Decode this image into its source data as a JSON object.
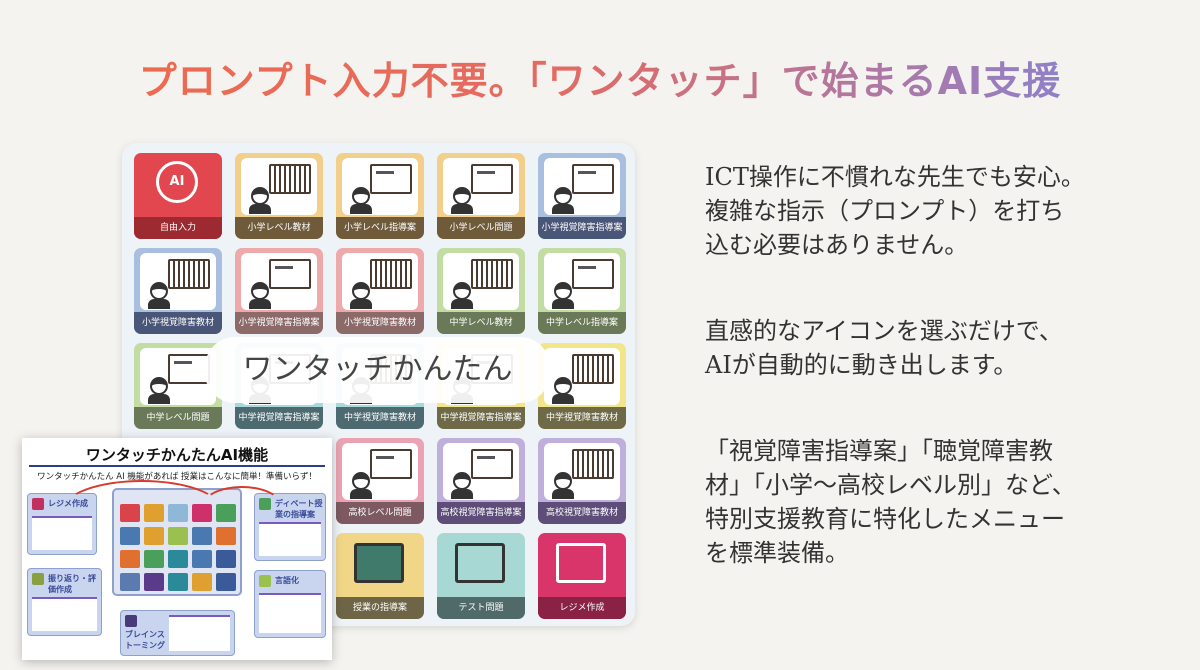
{
  "title": "プロンプト入力不要。「ワンタッチ」で始まるAI支援",
  "colors": {
    "title_start": "#ec6a4f",
    "title_end": "#8f80c9"
  },
  "tiles": [
    {
      "label": "自由入力",
      "color": "#e2474f",
      "band": "#9c2a30",
      "icon": "ai-head-icon"
    },
    {
      "label": "小学レベル教材",
      "color": "#f2cf8a",
      "band": "#6f5a3a",
      "icon": "textbook-icon"
    },
    {
      "label": "小学レベル指導案",
      "color": "#f2cf8a",
      "band": "#6f5a3a",
      "icon": "teaching-plan-icon"
    },
    {
      "label": "小学レベル問題",
      "color": "#f2cf8a",
      "band": "#6f5a3a",
      "icon": "quiz-icon"
    },
    {
      "label": "小学視覚障害指導案",
      "color": "#a9bfdf",
      "band": "#4a5677",
      "icon": "teaching-plan-icon"
    },
    {
      "label": "小学視覚障害教材",
      "color": "#a9bfdf",
      "band": "#4a5677",
      "icon": "textbook-icon"
    },
    {
      "label": "小学視覚障害指導案",
      "color": "#eeaaaa",
      "band": "#8c6a6a",
      "icon": "teaching-plan-icon"
    },
    {
      "label": "小学視覚障害教材",
      "color": "#eeaaaa",
      "band": "#8c6a6a",
      "icon": "textbook-icon"
    },
    {
      "label": "中学レベル教材",
      "color": "#c3dca3",
      "band": "#6a7a58",
      "icon": "textbook-icon"
    },
    {
      "label": "中学レベル指導案",
      "color": "#c3dca3",
      "band": "#6a7a58",
      "icon": "teaching-plan-icon"
    },
    {
      "label": "中学レベル問題",
      "color": "#c3dca3",
      "band": "#6a7a58",
      "icon": "quiz-icon"
    },
    {
      "label": "中学視覚障害指導案",
      "color": "#a6d8dc",
      "band": "#4d6a70",
      "icon": "teaching-plan-icon"
    },
    {
      "label": "中学視覚障害教材",
      "color": "#a6d8dc",
      "band": "#4d6a70",
      "icon": "textbook-icon"
    },
    {
      "label": "中学視覚障害指導案",
      "color": "#f3e58a",
      "band": "#6e6a48",
      "icon": "teaching-plan-icon"
    },
    {
      "label": "中学視覚障害教材",
      "color": "#f3e58a",
      "band": "#6e6a48",
      "icon": "textbook-icon"
    },
    {
      "label": "",
      "color": "#eeaaaa",
      "band": "#8c6a6a",
      "icon": "hidden-icon"
    },
    {
      "label": "",
      "color": "#eeaaaa",
      "band": "#8c6a6a",
      "icon": "hidden-icon"
    },
    {
      "label": "高校レベル問題",
      "color": "#eba3b3",
      "band": "#7d5a62",
      "icon": "quiz-icon"
    },
    {
      "label": "高校視覚障害指導案",
      "color": "#c0aedb",
      "band": "#5d4d78",
      "icon": "teaching-plan-icon"
    },
    {
      "label": "高校視覚障害教材",
      "color": "#c0aedb",
      "band": "#5d4d78",
      "icon": "textbook-icon"
    },
    {
      "label": "",
      "color": "#eeaaaa",
      "band": "#8c6a6a",
      "icon": "hidden-icon"
    },
    {
      "label": "",
      "color": "#eeaaaa",
      "band": "#8c6a6a",
      "icon": "hidden-icon"
    },
    {
      "label": "授業の指導案",
      "color": "#f2d688",
      "band": "#6e6446",
      "icon": "blackboard-icon"
    },
    {
      "label": "テスト問題",
      "color": "#a8d8d3",
      "band": "#4f6a68",
      "icon": "test-icon"
    },
    {
      "label": "レジメ作成",
      "color": "#d9356a",
      "band": "#8a2245",
      "icon": "presenter-icon"
    }
  ],
  "bubble": "ワンタッチかんたん",
  "inset": {
    "title": "ワンタッチかんたんAI機能",
    "subtitle": "ワンタッチかんたん AI 機能があれば 授業はこんなに簡単！準備いらず！",
    "cards": [
      "レジメ作成",
      "ディベート授業の指導案",
      "振り返り・評価作成",
      "言語化",
      "ブレインストーミング"
    ]
  },
  "body": [
    [
      "ICT操作に不慣れな先生でも安心。",
      "複雑な指示（プロンプト）を打ち",
      "込む必要はありません。"
    ],
    [
      "直感的なアイコンを選ぶだけで、",
      "AIが自動的に動き出します。"
    ],
    [
      "「視覚障害指導案」「聴覚障害教",
      "材」「小学〜高校レベル別」など、",
      "特別支援教育に特化したメニュー",
      "を標準装備。"
    ]
  ]
}
